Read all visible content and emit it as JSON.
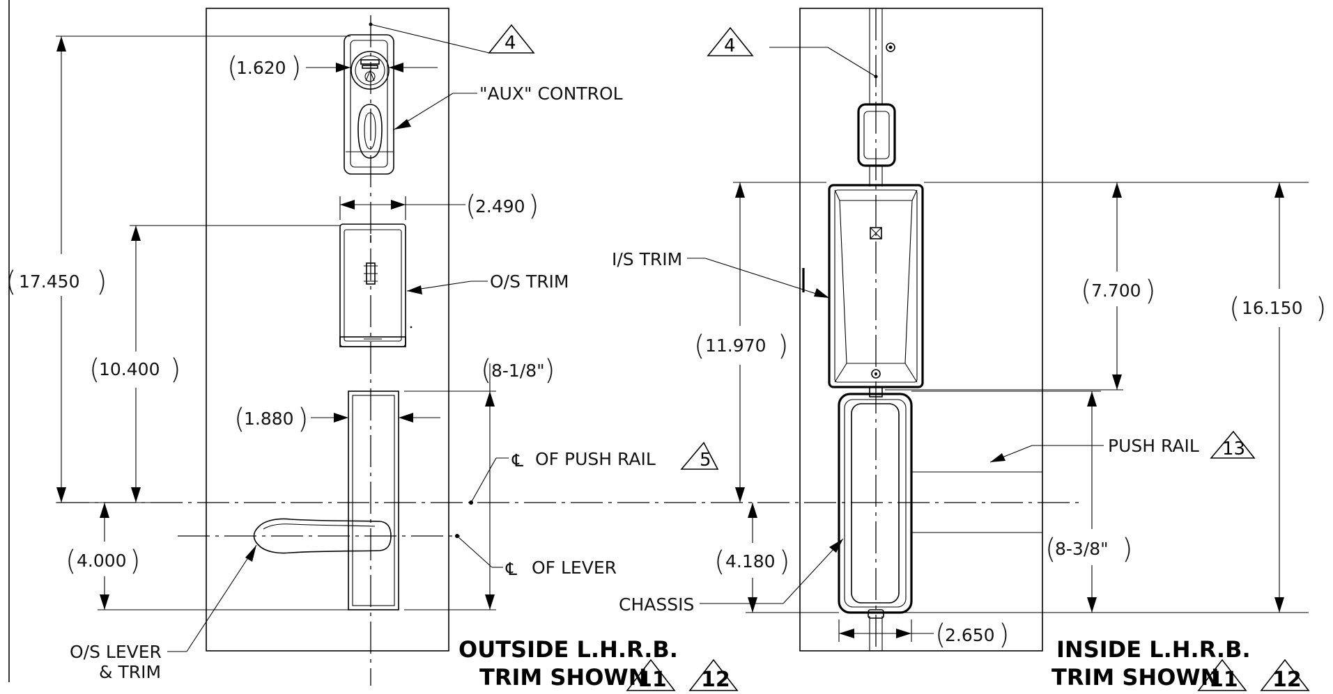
{
  "outside": {
    "title_line1": "OUTSIDE L.H.R.B.",
    "title_line2": "TRIM SHOWN",
    "title_refs": [
      "11",
      "12"
    ],
    "dims": {
      "key_width": "1.620",
      "trim_width": "2.490",
      "overall_height": "17.450",
      "trim_height": "10.400",
      "lever_width": "1.880",
      "lever_height": "8-1/8\"",
      "lever_offset": "4.000"
    },
    "callouts": {
      "aux_control": "\"AUX\" CONTROL",
      "os_trim": "O/S TRIM",
      "push_rail_center": "OF PUSH RAIL",
      "push_rail_ref": "5",
      "lever_center": "OF LEVER",
      "os_lever_line1": "O/S LEVER",
      "os_lever_line2": "& TRIM",
      "top_ref": "4"
    }
  },
  "inside": {
    "title_line1": "INSIDE L.H.R.B.",
    "title_line2": "TRIM SHOWN",
    "title_refs": [
      "11",
      "12"
    ],
    "dims": {
      "trim_height": "7.700",
      "overall_height": "16.150",
      "chassis_height": "11.970",
      "chassis_offset": "4.180",
      "push_rail_height": "8-3/8\"",
      "chassis_width": "2.650"
    },
    "callouts": {
      "is_trim": "I/S TRIM",
      "push_rail": "PUSH RAIL",
      "push_rail_ref": "13",
      "chassis": "CHASSIS",
      "top_ref": "4"
    }
  }
}
